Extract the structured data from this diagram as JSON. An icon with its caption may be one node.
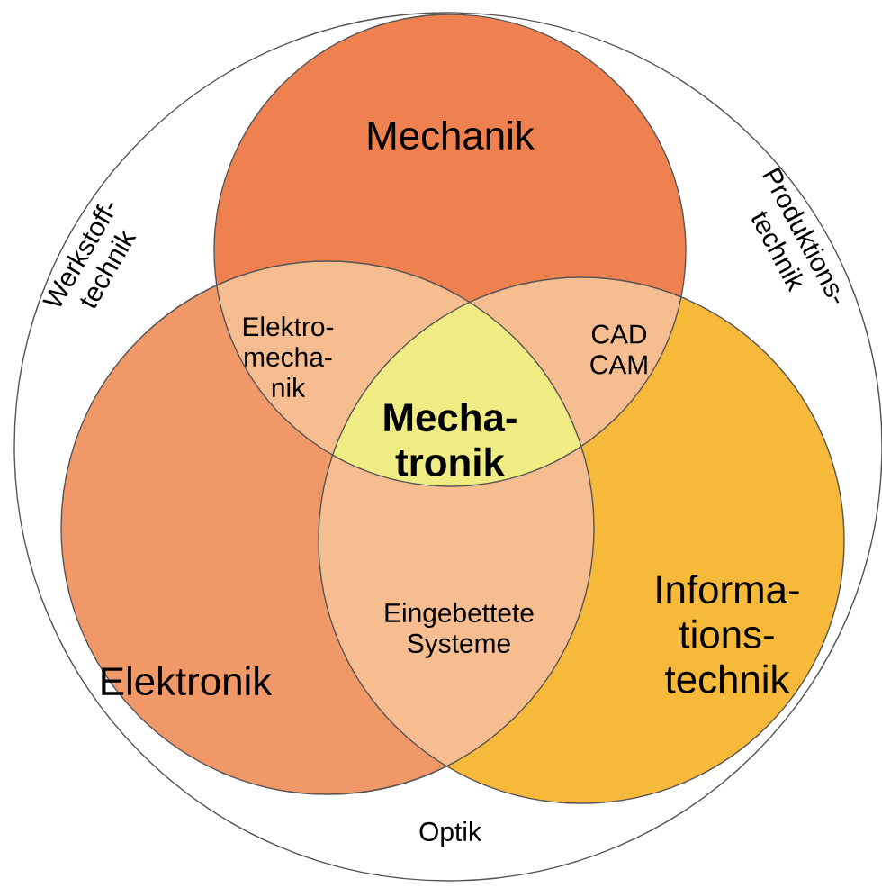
{
  "diagram": {
    "nodes": [
      {
        "text": [
          "Werkstoff- technik",
          "Produktions- technik",
          "Optik"
        ]
      },
      {
        "text": [
          "Mechanik"
        ],
        "in": 0
      },
      {
        "text": [
          "Elektronik"
        ],
        "in": 0
      },
      {
        "text": [
          "Informa- tions- technik"
        ],
        "in": 0
      }
    ],
    "labels": [
      "Elektro- mecha- nik",
      "CAD CAM",
      "Mecha- tronik",
      "Eingebettete Systeme"
    ]
  }
}
